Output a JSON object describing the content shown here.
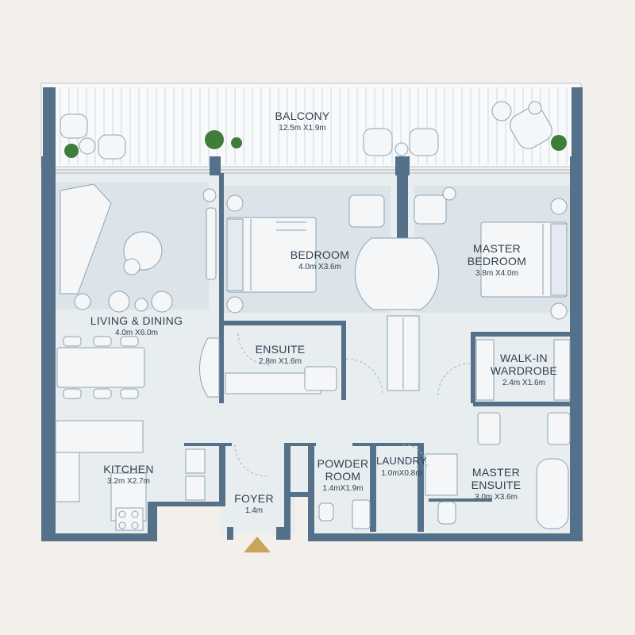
{
  "colors": {
    "background": "#f3efeb",
    "floor": "#e8edf0",
    "wall": "#557189",
    "outline": "#8da2b5",
    "furniture_fill": "#f4f6f8",
    "label": "#2f4150",
    "entry_marker": "#c9a55c",
    "plant": "#3f7d3a"
  },
  "rooms": {
    "balcony": {
      "name": "BALCONY",
      "dims": "12.5m X1.9m"
    },
    "living_dining": {
      "name": "LIVING & DINING",
      "dims": "4.0m X6.0m"
    },
    "bedroom": {
      "name": "BEDROOM",
      "dims": "4.0m X3.6m"
    },
    "master_bedroom": {
      "name_line1": "MASTER",
      "name_line2": "BEDROOM",
      "dims": "3.8m X4.0m"
    },
    "ensuite": {
      "name": "ENSUITE",
      "dims": "2.8m X1.6m"
    },
    "walk_in_wardrobe": {
      "name_line1": "WALK-IN",
      "name_line2": "WARDROBE",
      "dims": "2.4m X1.6m"
    },
    "kitchen": {
      "name": "KITCHEN",
      "dims": "3.2m X2.7m"
    },
    "foyer": {
      "name": "FOYER",
      "dims": "1.4m"
    },
    "powder_room": {
      "name_line1": "POWDER",
      "name_line2": "ROOM",
      "dims": "1.4mX1.9m"
    },
    "laundry": {
      "name": "LAUNDRY",
      "dims": "1.0mX0.8m"
    },
    "master_ensuite": {
      "name_line1": "MASTER",
      "name_line2": "ENSUITE",
      "dims": "3.0m X3.6m"
    }
  },
  "icons": {
    "entry": "entry-arrow-icon",
    "plant": "plant-icon"
  }
}
